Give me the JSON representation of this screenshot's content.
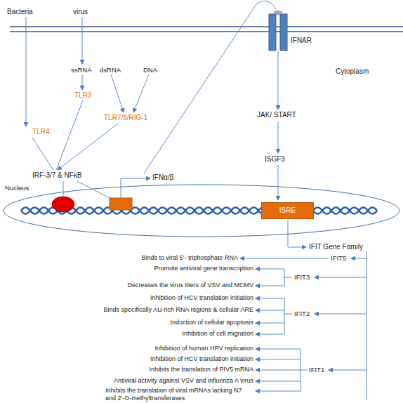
{
  "diagram": {
    "nodes": [
      {
        "text": [
          "Nucleus"
        ]
      },
      {
        "text": [
          "ISRE"
        ],
        "in": 0
      }
    ],
    "labels": [
      "Bacteria",
      "virus",
      "Cytoplasm",
      "IFNAR",
      "TLR4",
      "ssRNA",
      "dsRNA",
      "DNA",
      "TLR3",
      "TLR7/8/RIG-1",
      "IRF-3/7 & NFκB",
      "IFNα/β",
      "JAK/ START",
      "ISGF3",
      "IFIT Gene Family",
      "IFIT5",
      "Binds to viral 5’- triphosphate RNA",
      "IFIT3",
      "Promote antiviral gene transcription",
      "Decreases the virus titers of VSV and MCMV",
      "IFIT2",
      "Inhibition of HCV translation initiation",
      "Binds specifically AU-rich RNA regions & cellular ARE",
      "Induction of cellular apoptosis",
      "Inhibition of cell migration",
      "IFIT1",
      "Inhibition of human HPV replication",
      "Inhibition of  HCV translation initiation",
      "Inhibits the translation of PIV5 mRNA",
      "Antiviral activity against VSV and influenza A virus",
      "Inhibits the translation of viral mRNAs lacking N7 and 2'-O-methyltransferases"
    ]
  }
}
